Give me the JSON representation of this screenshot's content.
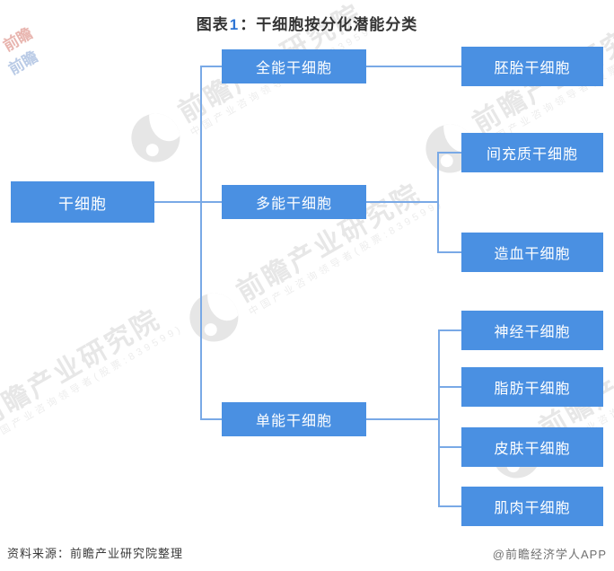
{
  "title": {
    "prefix": "图表",
    "number": "1",
    "rest": "：干细胞按分化潜能分类"
  },
  "tree": {
    "root": {
      "label": "干细胞"
    },
    "level2": [
      {
        "label": "全能干细胞"
      },
      {
        "label": "多能干细胞"
      },
      {
        "label": "单能干细胞"
      }
    ],
    "level3": [
      {
        "label": "胚胎干细胞"
      },
      {
        "label": "间充质干细胞"
      },
      {
        "label": "造血干细胞"
      },
      {
        "label": "神经干细胞"
      },
      {
        "label": "脂肪干细胞"
      },
      {
        "label": "皮肤干细胞"
      },
      {
        "label": "肌肉干细胞"
      }
    ]
  },
  "footer": {
    "source": "资料来源：前瞻产业研究院整理",
    "credit": "@前瞻经济学人APP"
  },
  "watermark": {
    "brand": "前瞻产业研究院",
    "tagline": "中国产业咨询领导者(股票:839599)",
    "corner": "前瞻"
  },
  "colors": {
    "node_fill": "#4a90e2",
    "connector": "#79a9e6",
    "title_number": "#2e75d4",
    "watermark_gray": "#e7e7e7"
  }
}
